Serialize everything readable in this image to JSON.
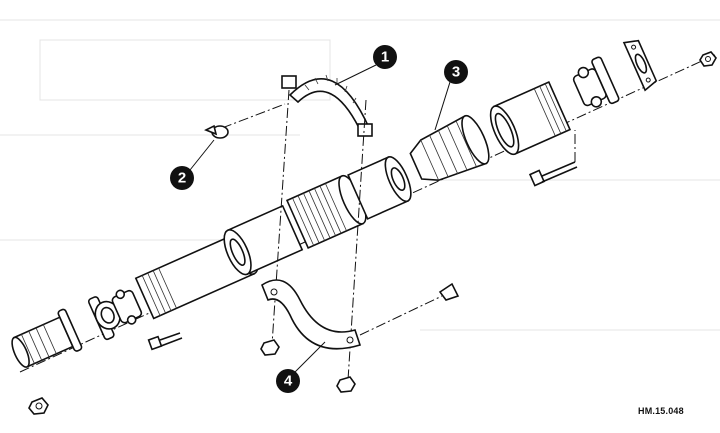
{
  "diagram": {
    "callouts": [
      "1",
      "2",
      "3",
      "4"
    ],
    "figure_code": "HM.15.048"
  }
}
